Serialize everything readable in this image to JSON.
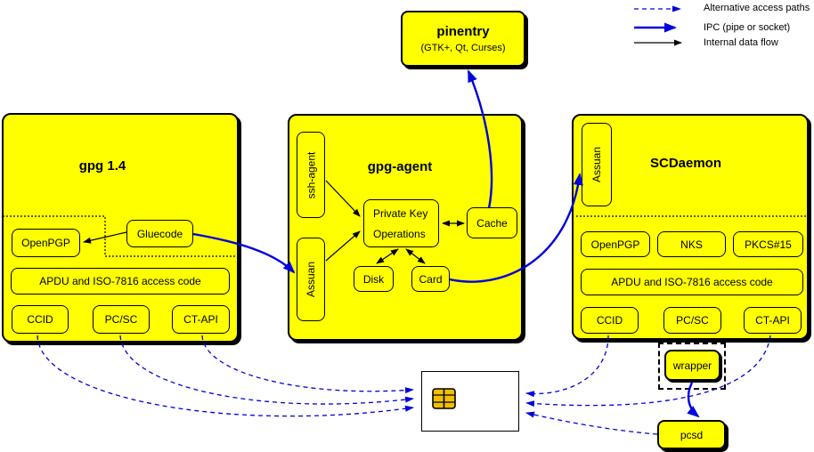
{
  "legend": {
    "items": [
      {
        "label": "Alternative access paths"
      },
      {
        "label": "IPC (pipe or socket)"
      },
      {
        "label": "Internal data flow"
      }
    ]
  },
  "pinentry": {
    "title": "pinentry",
    "subtitle": "(GTK+, Qt, Curses)"
  },
  "gpg14": {
    "title": "gpg 1.4",
    "openpgp": "OpenPGP",
    "gluecode": "Gluecode",
    "apdu": "APDU and ISO-7816 access code",
    "ccid": "CCID",
    "pcsc": "PC/SC",
    "ctapi": "CT-API"
  },
  "gpgagent": {
    "title": "gpg-agent",
    "sshagent": "ssh-agent",
    "assuan": "Assuan",
    "pko": {
      "line1": "Private Key",
      "line2": "Operations"
    },
    "cache": "Cache",
    "disk": "Disk",
    "card": "Card"
  },
  "scdaemon": {
    "title": "SCDaemon",
    "assuan": "Assuan",
    "openpgp": "OpenPGP",
    "nks": "NKS",
    "pkcs15": "PKCS#15",
    "apdu": "APDU and ISO-7816 access code",
    "ccid": "CCID",
    "pcsc": "PC/SC",
    "ctapi": "CT-API"
  },
  "bottom": {
    "wrapper": "wrapper",
    "pcsd": "pcsd"
  },
  "colors": {
    "node_fill": "#ffff00",
    "ipc_blue": "#0000dd",
    "line_black": "#000000",
    "chip_gold": "#f0c000"
  }
}
